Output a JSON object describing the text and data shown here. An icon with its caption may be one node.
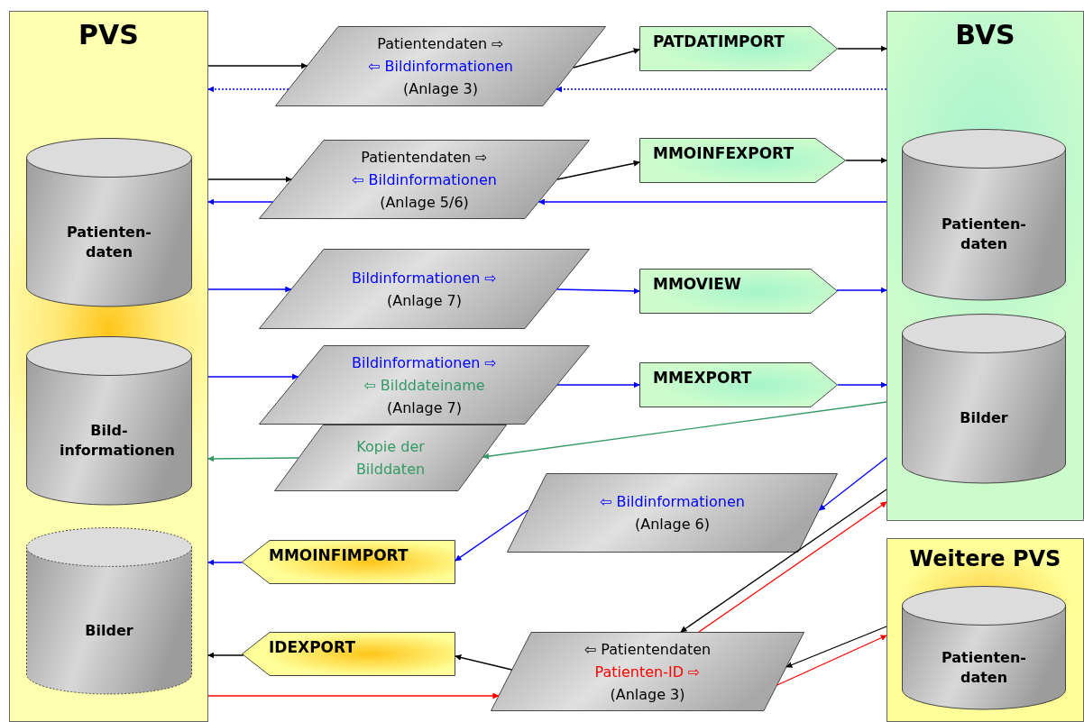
{
  "diagram": {
    "nodes": [
      {
        "text": [
          "PVS"
        ]
      },
      {
        "text": [
          "Patienten- daten"
        ],
        "in": 0
      },
      {
        "text": [
          "Bild- informationen"
        ],
        "in": 0
      },
      {
        "text": [
          "Bilder"
        ],
        "in": 0
      },
      {
        "text": [
          "BVS"
        ]
      },
      {
        "text": [
          "Patienten- daten"
        ],
        "in": 4
      },
      {
        "text": [
          "Bilder"
        ],
        "in": 4
      },
      {
        "text": [
          "Weitere PVS"
        ]
      },
      {
        "text": [
          "Patienten- daten"
        ],
        "in": 7
      },
      {
        "text": [
          "Patientendaten ⇨",
          "⇦ Bildinformationen",
          "(Anlage 3)"
        ]
      },
      {
        "text": [
          "Patientendaten ⇨",
          "⇦ Bildinformationen",
          "(Anlage 5/6)"
        ]
      },
      {
        "text": [
          "Bildinformationen ⇨",
          "(Anlage 7)"
        ]
      },
      {
        "text": [
          "Bildinformationen ⇨",
          "⇦ Bilddateiname",
          "(Anlage 7)"
        ]
      },
      {
        "text": [
          "Kopie der Bilddaten"
        ]
      },
      {
        "text": [
          "⇦ Bildinformationen",
          "(Anlage 6)"
        ]
      },
      {
        "text": [
          "⇦ Patientendaten",
          "Patienten-ID ⇨",
          "(Anlage 3)"
        ]
      },
      {
        "text": [
          "PATDATIMPORT"
        ]
      },
      {
        "text": [
          "MMOINFEXPORT"
        ]
      },
      {
        "text": [
          "MMOVIEW"
        ]
      },
      {
        "text": [
          "MMEXPORT"
        ]
      },
      {
        "text": [
          "MMOINFIMPORT"
        ]
      },
      {
        "text": [
          "IDEXPORT"
        ]
      }
    ],
    "edges": [
      {
        "from": 0,
        "to": 9,
        "arrow": "to",
        "color": "#000000"
      },
      {
        "from": 9,
        "to": 16,
        "arrow": "to",
        "color": "#000000"
      },
      {
        "from": 16,
        "to": 4,
        "arrow": "to",
        "color": "#000000"
      },
      {
        "from": 4,
        "to": 9,
        "arrow": "to",
        "style": "dashed"
      },
      {
        "from": 9,
        "to": 0,
        "arrow": "to",
        "style": "dashed"
      },
      {
        "from": 0,
        "to": 10,
        "arrow": "to",
        "color": "#000000"
      },
      {
        "from": 10,
        "to": 17,
        "arrow": "to",
        "color": "#000000"
      },
      {
        "from": 17,
        "to": 4,
        "arrow": "to",
        "color": "#000000"
      },
      {
        "from": 4,
        "to": 10,
        "arrow": "to"
      },
      {
        "from": 10,
        "to": 0,
        "arrow": "to"
      },
      {
        "from": 0,
        "to": 11,
        "arrow": "to"
      },
      {
        "from": 11,
        "to": 18,
        "arrow": "to"
      },
      {
        "from": 18,
        "to": 4,
        "arrow": "to"
      },
      {
        "from": 0,
        "to": 12,
        "arrow": "to"
      },
      {
        "from": 12,
        "to": 19,
        "arrow": "to"
      },
      {
        "from": 19,
        "to": 4,
        "arrow": "to"
      },
      {
        "from": 4,
        "to": 13,
        "arrow": "to",
        "color": "#339966"
      },
      {
        "from": 13,
        "to": 0,
        "arrow": "to",
        "color": "#339966"
      },
      {
        "from": 4,
        "to": 14,
        "arrow": "to"
      },
      {
        "from": 14,
        "to": 20,
        "arrow": "to"
      },
      {
        "from": 20,
        "to": 0,
        "arrow": "to"
      },
      {
        "from": 4,
        "to": 15,
        "arrow": "to",
        "color": "#000000"
      },
      {
        "from": 15,
        "to": 4,
        "arrow": "to",
        "color": "#ff0000"
      },
      {
        "from": 7,
        "to": 15,
        "arrow": "to",
        "color": "#000000"
      },
      {
        "from": 15,
        "to": 7,
        "arrow": "to",
        "color": "#ff0000"
      },
      {
        "from": 15,
        "to": 21,
        "arrow": "to",
        "color": "#000000"
      },
      {
        "from": 21,
        "to": 0,
        "arrow": "to",
        "color": "#000000"
      },
      {
        "from": 0,
        "to": 15,
        "arrow": "to",
        "color": "#ff0000"
      }
    ]
  }
}
